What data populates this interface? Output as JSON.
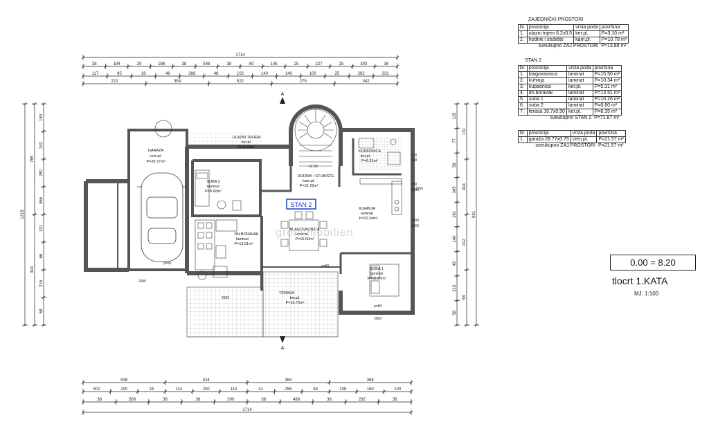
{
  "shared_spaces": {
    "title": "ZAJEDNIČKI PROSTORI",
    "header": [
      "br.",
      "prostorija",
      "vrsta poda",
      "površina"
    ],
    "rows": [
      [
        "1.",
        "ulazni trijem 6.2x0.5",
        "ker.pl.",
        "P=3.10 m²"
      ],
      [
        "2.",
        "hodnik i stubište",
        "kam.pl.",
        "P=10.78 m²"
      ]
    ],
    "total": "sveukupno ZAJ.PROSTORI",
    "total_value": "P=13.88 m²"
  },
  "stan2_table": {
    "title": "STAN 2",
    "header": [
      "br.",
      "prostorija",
      "vrsta poda",
      "površina"
    ],
    "rows": [
      [
        "1.",
        "blagovaonica",
        "laminat",
        "P=15.50 m²"
      ],
      [
        "2.",
        "kuhinja",
        "laminat",
        "P=10.34 m²"
      ],
      [
        "3.",
        "kupaonica",
        "ker.pl.",
        "P=5.31 m²"
      ],
      [
        "4.",
        "dn.boravak",
        "laminat",
        "P=13.51 m²"
      ],
      [
        "5.",
        "soba 1",
        "laminat",
        "P=10.26 m²"
      ],
      [
        "6.",
        "soba 2",
        "laminat",
        "P=8.60 m²"
      ],
      [
        "7.",
        "terasa  16.7x0.50",
        "ker.pl.",
        "P=8.35 m²"
      ]
    ],
    "total": "sveukupno STAN 2",
    "total_value": "P=71.87 m²"
  },
  "garage_table": {
    "header": [
      "br.",
      "prostorija",
      "vrsta poda",
      "površina"
    ],
    "rows": [
      [
        "1.",
        "garaža  28.77x0.75",
        "cem.pl.",
        "P=21.57 m²"
      ]
    ],
    "total": "sveukupno ZAJ.PROSTORI",
    "total_value": "P=21.57 m²"
  },
  "elevation": "0.00 = 8.20",
  "plan_title": "tlocrt  1.KATA",
  "scale": "MJ. 1:100",
  "watermark": "gromimobilien",
  "top_dims": {
    "total": "1714",
    "row1": [
      "38",
      "184",
      "29",
      "286",
      "38",
      "548",
      "38",
      "80",
      "145",
      "25",
      "227",
      "25",
      "303",
      "38"
    ],
    "row2": [
      "117",
      "95",
      "18",
      "48",
      "268",
      "48",
      "102",
      "140",
      "140",
      "100",
      "25",
      "292",
      "331"
    ],
    "row3": [
      "222",
      "354",
      "522",
      "275",
      "342"
    ]
  },
  "bottom_dims": {
    "total": "1714",
    "row1": [
      "538",
      "424",
      "384",
      "368"
    ],
    "row2": [
      "502",
      "200",
      "28",
      "114",
      "200",
      "110",
      "41",
      "258",
      "84",
      "108",
      "160",
      "100"
    ],
    "row3": [
      "38",
      "508",
      "38",
      "38",
      "300",
      "38",
      "498",
      "38",
      "292",
      "38"
    ]
  },
  "left_dims": {
    "total": "1218",
    "col1": [
      "765",
      "314"
    ],
    "col2": [
      "150",
      "242",
      "280",
      "466",
      "101",
      "66",
      "216",
      "58"
    ]
  },
  "right_dims": {
    "total": "1218",
    "col1": [
      "981"
    ],
    "col2": [
      "131",
      "414",
      "412",
      "58"
    ],
    "col3": [
      "115",
      "77",
      "58",
      "345",
      "181",
      "140",
      "49",
      "210",
      "58"
    ]
  },
  "rooms": {
    "garage": {
      "name": "GARAŽA",
      "floor": "cem.pl.",
      "area": "P=28.77m²"
    },
    "soba2": {
      "name": "SOBA 2",
      "floor": "laminat",
      "area": "P=8.60m²"
    },
    "trijem": {
      "name": "ULAZNI TRIJEM",
      "floor": "ker.pl.",
      "area": "P=3.10m²"
    },
    "hodnik": {
      "name": "HODNIK I STUBIŠTE",
      "floor": "kam.pl.",
      "area": "P=10.78m²"
    },
    "kupaonica": {
      "name": "KUPAONICA",
      "floor": "ker.pl.",
      "area": "P=5.31m²"
    },
    "kuhinja": {
      "name": "KUHINJA",
      "floor": "laminat",
      "area": "P=10.34m²"
    },
    "blagovaonica": {
      "name": "BLAGOVAONICA",
      "floor": "laminat",
      "area": "P=15.50m²"
    },
    "boravak": {
      "name": "DN.BORAVAK",
      "floor": "laminat",
      "area": "P=13.51m²"
    },
    "soba1": {
      "name": "SOBA 1",
      "floor": "laminat",
      "area": "P=10.26m²"
    },
    "terasa": {
      "name": "TERASA",
      "floor": "ker.pl.",
      "area": "P=16.70m²"
    }
  },
  "unit_label": "STAN 2",
  "level_mark": "+2.55",
  "section_mark": "A",
  "window_labels": [
    "770",
    "600",
    "800",
    "1050",
    "1400",
    "1150",
    "2000",
    "2000",
    "2000",
    "1050",
    "p=65",
    "p=80",
    "p=80"
  ]
}
